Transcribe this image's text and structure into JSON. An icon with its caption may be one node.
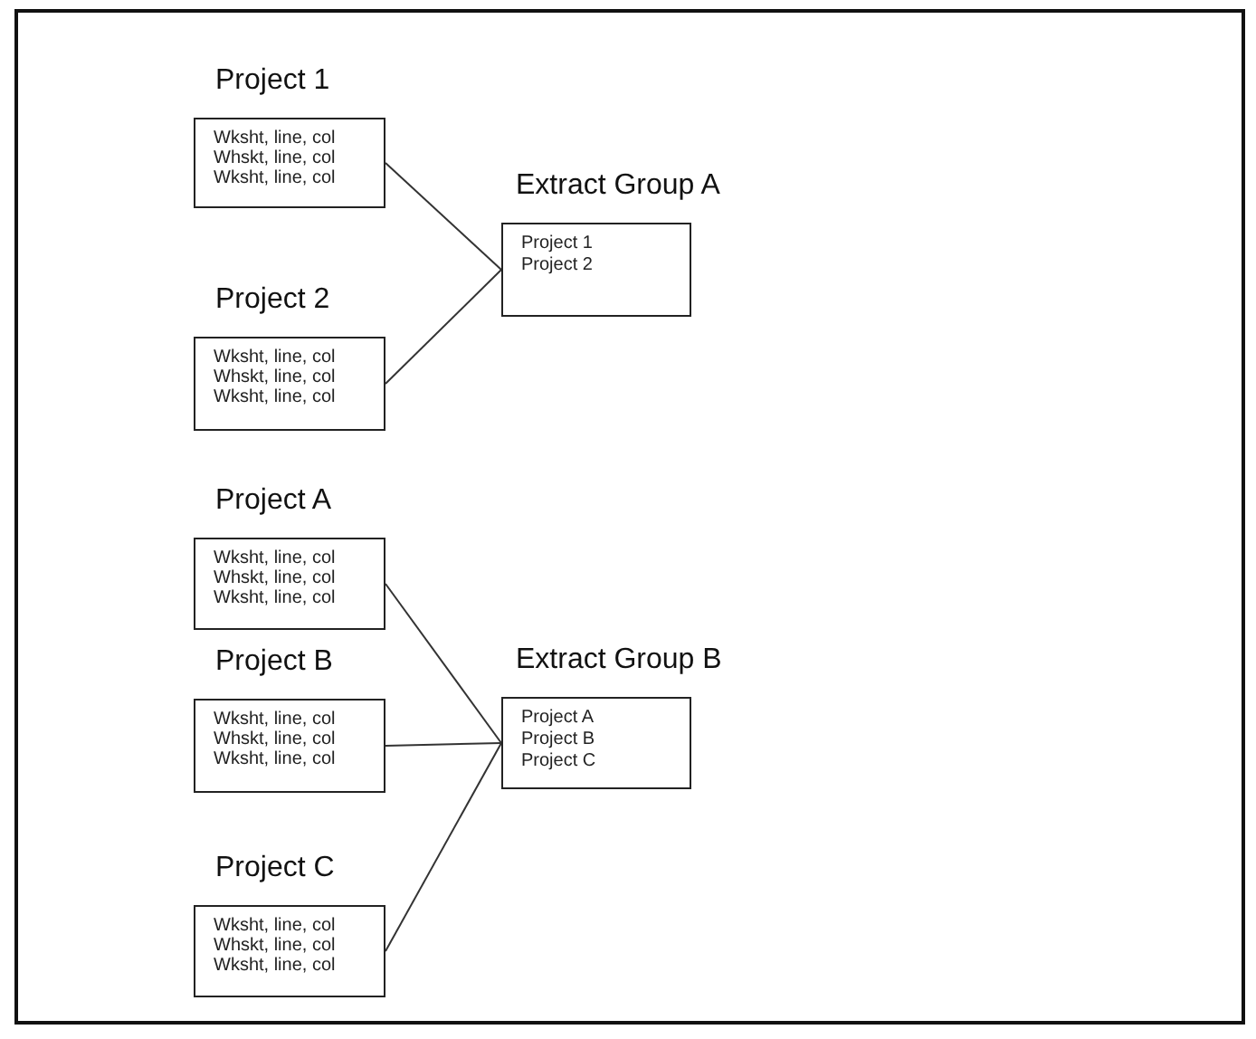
{
  "diagram": {
    "nodes": [
      {
        "text": [
          "Project 1",
          "Wksht, line, col",
          "Whskt, line, col",
          "Wksht, line, col"
        ]
      },
      {
        "text": [
          "Project 2",
          "Wksht, line, col",
          "Whskt, line, col",
          "Wksht, line, col"
        ]
      },
      {
        "text": [
          "Extract Group A",
          "Project 1",
          "Project 2"
        ]
      },
      {
        "text": [
          "Project A",
          "Wksht, line, col",
          "Whskt, line, col",
          "Wksht, line, col"
        ]
      },
      {
        "text": [
          "Project B",
          "Wksht, line, col",
          "Whskt, line, col",
          "Wksht, line, col"
        ]
      },
      {
        "text": [
          "Project C",
          "Wksht, line, col",
          "Whskt, line, col",
          "Wksht, line, col"
        ]
      },
      {
        "text": [
          "Extract Group B",
          "Project A",
          "Project B",
          "Project C"
        ]
      }
    ],
    "edges": [
      {
        "from": 0,
        "to": 2,
        "arrow": "none"
      },
      {
        "from": 1,
        "to": 2,
        "arrow": "none"
      },
      {
        "from": 3,
        "to": 6,
        "arrow": "none"
      },
      {
        "from": 4,
        "to": 6,
        "arrow": "none"
      },
      {
        "from": 5,
        "to": 6,
        "arrow": "none"
      }
    ]
  }
}
